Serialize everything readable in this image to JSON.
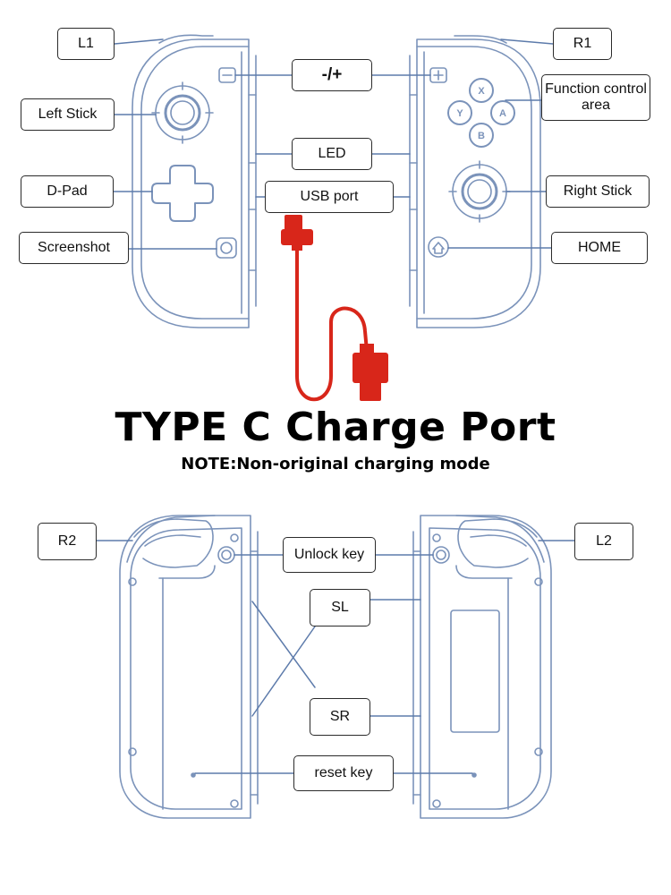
{
  "top_labels": {
    "l1": "L1",
    "r1": "R1",
    "minus_plus": "-/+",
    "function_area": "Function control area",
    "left_stick": "Left Stick",
    "led": "LED",
    "d_pad": "D-Pad",
    "usb_port": "USB port",
    "right_stick": "Right Stick",
    "screenshot": "Screenshot",
    "home": "HOME"
  },
  "face_buttons": {
    "x": "X",
    "y": "Y",
    "a": "A",
    "b": "B"
  },
  "charge": {
    "title": "TYPE C Charge Port",
    "note": "NOTE:Non-original charging mode",
    "cable_color": "#d8261a"
  },
  "bottom_labels": {
    "r2": "R2",
    "l2": "L2",
    "unlock_key": "Unlock key",
    "sl": "SL",
    "sr": "SR",
    "reset_key": "reset key"
  },
  "colors": {
    "outline": "#7b93ba",
    "line": "#5d7bab",
    "label_border": "#2b2b2b"
  }
}
